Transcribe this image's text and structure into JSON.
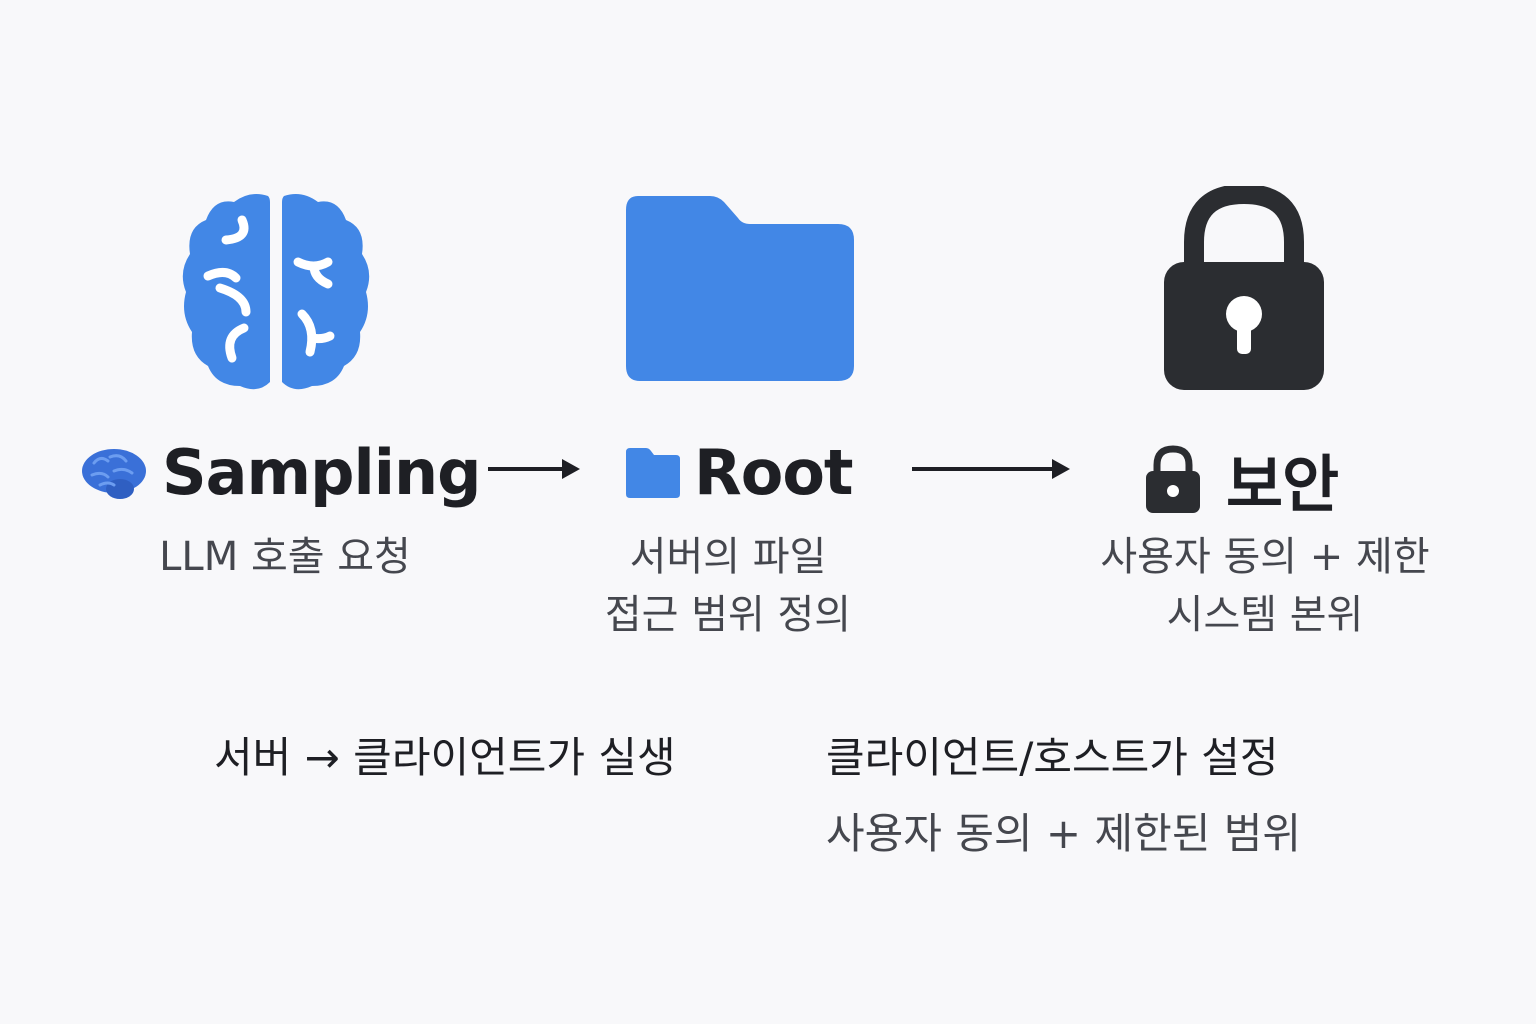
{
  "colors": {
    "accent": "#4287e6",
    "dark": "#2b2d31",
    "text": "#1e1f24",
    "muted": "#45474e",
    "background": "#f8f8fa"
  },
  "steps": [
    {
      "icon": "brain-icon",
      "title": "Sampling",
      "desc_lines": [
        "LLM 호출 요청"
      ]
    },
    {
      "icon": "folder-icon",
      "title": "Root",
      "desc_lines": [
        "서버의 파일",
        "접근 범위 정의"
      ]
    },
    {
      "icon": "lock-icon",
      "title": "보안",
      "desc_lines": [
        "사용자 동의 + 제한",
        "시스템 본위"
      ]
    }
  ],
  "notes": {
    "left": "서버 → 클라이언트가 실생",
    "right_title": "클라이언트/호스트가 설정",
    "right_sub": "사용자 동의 + 제한된 범위"
  }
}
